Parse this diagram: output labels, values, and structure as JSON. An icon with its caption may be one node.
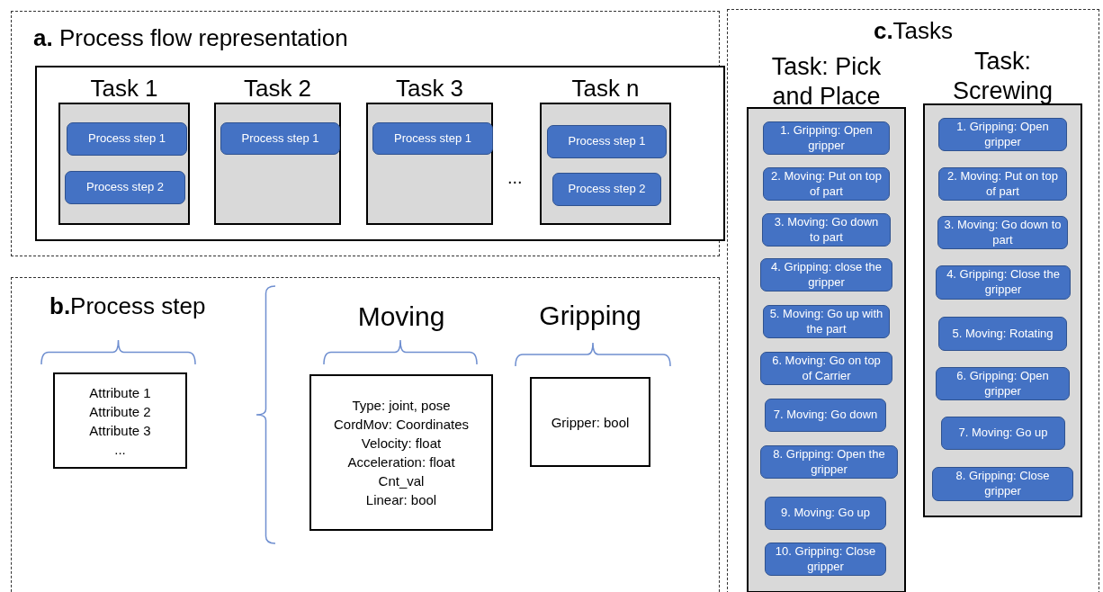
{
  "diagram": {
    "nodes": [
      {
        "text": [
          "**a.** Process flow representation"
        ]
      },
      {
        "text": [],
        "shape": "box",
        "in": 0
      },
      {
        "text": [
          "Task 1"
        ],
        "in": 1
      },
      {
        "text": [
          "Process step 1"
        ],
        "in": 2
      },
      {
        "text": [
          "Process step 2"
        ],
        "in": 2
      },
      {
        "text": [
          "Task 2"
        ],
        "in": 1
      },
      {
        "text": [
          "Process step 1"
        ],
        "in": 5
      },
      {
        "text": [
          "Task 3"
        ],
        "in": 1
      },
      {
        "text": [
          "Process step 1"
        ],
        "in": 7
      },
      {
        "text": [
          "Task n"
        ],
        "in": 1
      },
      {
        "text": [
          "Process step 1"
        ],
        "in": 9
      },
      {
        "text": [
          "Process step 2"
        ],
        "in": 9
      },
      {
        "text": [
          "**b.**Process step"
        ]
      },
      {
        "text": [
          "Attribute 1",
          "Attribute 2",
          "Attribute 3",
          "..."
        ],
        "in": 12
      },
      {
        "text": [
          "Moving",
          "Type: joint, pose",
          "CordMov: Coordinates",
          "Velocity: float",
          "Acceleration: float",
          "Cnt_val",
          "Linear: bool"
        ],
        "in": 12
      },
      {
        "text": [
          "Gripping",
          "Gripper: bool"
        ],
        "in": 12
      },
      {
        "text": [
          "**c.**Tasks"
        ]
      },
      {
        "text": [
          "Task: Pick and Place"
        ],
        "in": 16
      },
      {
        "text": [
          "1. Gripping: Open gripper"
        ],
        "in": 17
      },
      {
        "text": [
          "2. Moving: Put on top of part"
        ],
        "in": 17
      },
      {
        "text": [
          "3. Moving: Go down to part"
        ],
        "in": 17
      },
      {
        "text": [
          "4. Gripping: close the gripper"
        ],
        "in": 17
      },
      {
        "text": [
          "5. Moving: Go up with the part"
        ],
        "in": 17
      },
      {
        "text": [
          "6. Moving: Go on top of Carrier"
        ],
        "in": 17
      },
      {
        "text": [
          "7. Moving: Go down"
        ],
        "in": 17
      },
      {
        "text": [
          "8. Gripping: Open the gripper"
        ],
        "in": 17
      },
      {
        "text": [
          "9. Moving: Go up"
        ],
        "in": 17
      },
      {
        "text": [
          "10. Gripping: Close gripper"
        ],
        "in": 17
      },
      {
        "text": [
          "Task: Screwing"
        ],
        "in": 16
      },
      {
        "text": [
          "1. Gripping: Open gripper"
        ],
        "in": 28
      },
      {
        "text": [
          "2. Moving: Put on top of part"
        ],
        "in": 28
      },
      {
        "text": [
          "3. Moving: Go down to part"
        ],
        "in": 28
      },
      {
        "text": [
          "4. Gripping: Close the gripper"
        ],
        "in": 28
      },
      {
        "text": [
          "5. Moving: Rotating"
        ],
        "in": 28
      },
      {
        "text": [
          "6. Gripping: Open gripper"
        ],
        "in": 28
      },
      {
        "text": [
          "7. Moving: Go up"
        ],
        "in": 28
      },
      {
        "text": [
          "8. Gripping: Close gripper"
        ],
        "in": 28
      }
    ],
    "labels": [
      "..."
    ]
  }
}
